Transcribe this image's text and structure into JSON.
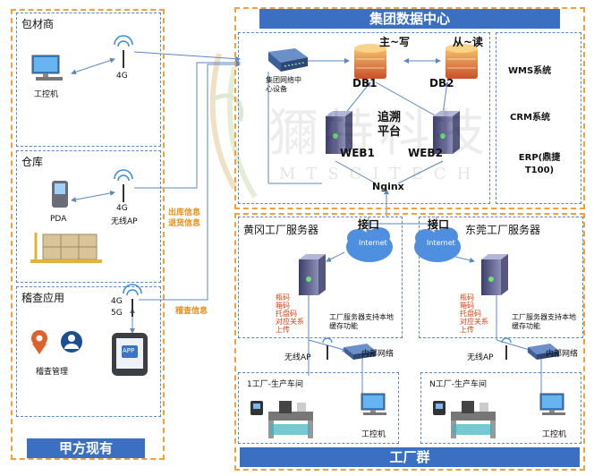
{
  "left_panel": {
    "bottom_title": "甲方现有",
    "supplier": {
      "title": "包材商",
      "device": "工控机",
      "net": "4G"
    },
    "warehouse": {
      "title": "仓库",
      "device": "PDA",
      "net1": "4G",
      "net2": "无线AP"
    },
    "audit": {
      "title": "稽查应用",
      "net1": "4G",
      "net2": "5G",
      "app": "APP",
      "label": "稽查管理"
    }
  },
  "flow": {
    "outbound": "出库信息",
    "return": "退货信息",
    "audit_info": "稽查信息"
  },
  "datacenter": {
    "title": "集团数据中心",
    "network_device": "集团网络中心设备",
    "master": "主~写",
    "slave": "从~读",
    "db1": "DB1",
    "db2": "DB2",
    "trace": "追溯平台",
    "web1": "WEB1",
    "web2": "WEB2",
    "nginx": "Nginx",
    "systems": [
      "WMS系统",
      "CRM系统",
      "ERP(鼎捷T100)"
    ]
  },
  "watermark": {
    "main": "獮特科技",
    "sub": "MTSCITECH"
  },
  "factory": {
    "bottom_title": "工厂群",
    "interface": "接口",
    "internet": "Internet",
    "left": {
      "title": "黄冈工厂服务器",
      "red_lines": [
        "瓶码",
        "箱码",
        "托盘码",
        "对应关系",
        "上传"
      ],
      "cache": "工厂服务器支持本地缓存功能",
      "ap": "无线AP",
      "lan": "内部网络",
      "workshop": "1工厂-生产车间",
      "device": "工控机"
    },
    "right": {
      "title": "东莞工厂服务器",
      "red_lines": [
        "瓶码",
        "箱码",
        "托盘码",
        "对应关系",
        "上传"
      ],
      "cache": "工厂服务器支持本地缓存功能",
      "ap": "无线AP",
      "lan": "内部网络",
      "workshop": "N工厂-生产车间",
      "device": "工控机"
    }
  },
  "colors": {
    "accent_orange": "#f0a13a",
    "accent_blue": "#3a6fc2",
    "red_text": "#e04010"
  }
}
